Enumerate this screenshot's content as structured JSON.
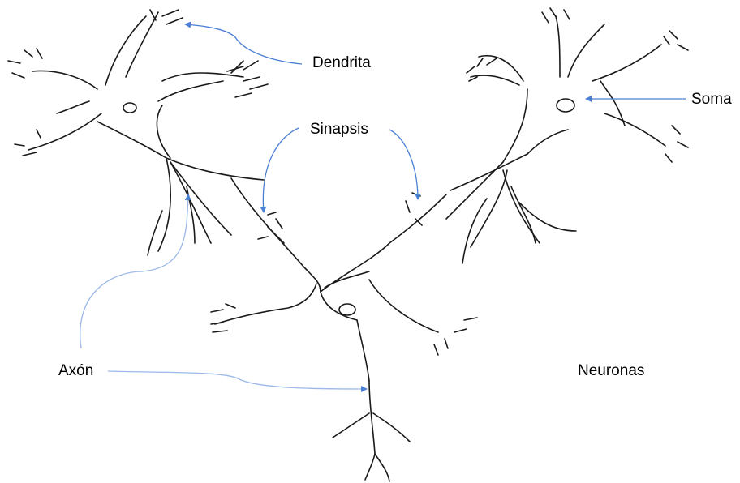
{
  "labels": {
    "dendrita": "Dendrita",
    "sinapsis": "Sinapsis",
    "soma": "Soma",
    "axon": "Axón",
    "neuronas": "Neuronas"
  },
  "colors": {
    "line": "#1a1a1a",
    "arrow": "#4a7fd4",
    "arrow_light": "#9bb8e8",
    "background": "#ffffff"
  }
}
